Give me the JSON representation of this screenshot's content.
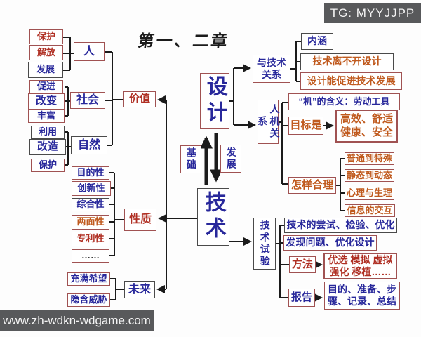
{
  "palette": {
    "pageBg": "#fdfdfd",
    "ink": "#1b1b1b",
    "blue": "#28289b",
    "red": "#b03024",
    "orange": "#c05a1e",
    "maroon": "#a05252",
    "dark": "#4a4a4a",
    "badgeBg": "#58595b",
    "badgeText": "#f4f4f4"
  },
  "badge": {
    "text": "TG: MYYJJPP"
  },
  "watermark": {
    "text": "www.zh-wdkn-wdgame.com"
  },
  "title": "第一、二章",
  "center": {
    "design": "设计",
    "technology": "技术",
    "foundation": "基础",
    "development": "发展"
  },
  "left": {
    "value": {
      "label": "价值",
      "people": {
        "label": "人",
        "items": [
          "保护",
          "解放",
          "发展"
        ]
      },
      "society": {
        "label": "社会",
        "items": [
          "促进",
          "改变",
          "丰富"
        ]
      },
      "nature": {
        "label": "自然",
        "items": [
          "利用",
          "改造",
          "保护"
        ]
      }
    },
    "properties": {
      "label": "性质",
      "items": [
        "目的性",
        "创新性",
        "综合性",
        "两面性",
        "专利性",
        "……"
      ]
    },
    "future": {
      "label": "未来",
      "items": [
        "充满希望",
        "隐含威胁"
      ]
    }
  },
  "right": {
    "tech_relation": {
      "label": "与技术\n关系",
      "items": [
        "内涵",
        "技术离不开设计",
        "设计能促进技术发展"
      ]
    },
    "human_machine": {
      "label": "人机关系",
      "meaning": "“机”的含义：劳动工具",
      "goal": {
        "label": "目标是",
        "value": "高效、舒适\n健康、安全"
      },
      "rational": {
        "label": "怎样合理",
        "items": [
          "普通到特殊",
          "静态到动态",
          "心理与生理",
          "信息的交互"
        ]
      }
    },
    "tech_test": {
      "label": "技术试验",
      "items": [
        "技术的尝试、检验、优化",
        "发现问题、优化设计"
      ],
      "method": {
        "label": "方法",
        "value": "优选 模拟 虚拟\n强化 移植……"
      },
      "report": {
        "label": "报告",
        "value": "目的、准备、步\n骤、记录、总结"
      }
    }
  }
}
